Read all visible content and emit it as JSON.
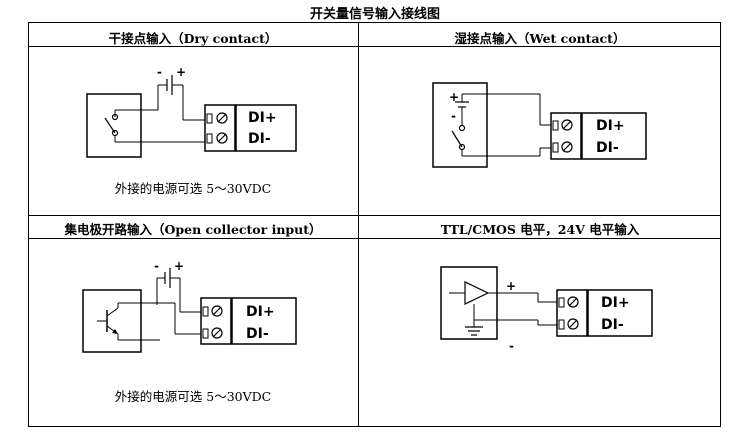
{
  "title": "开关量信号输入接线图",
  "panels": {
    "dry": {
      "title": "干接点输入（Dry contact）",
      "caption": "外接的电源可选 5～30VDC",
      "terminal": {
        "pin1": "DI+",
        "pin2": "DI-"
      },
      "battery": {
        "neg": "-",
        "pos": "+"
      }
    },
    "wet": {
      "title": "湿接点输入（Wet contact）",
      "terminal": {
        "pin1": "DI+",
        "pin2": "DI-"
      },
      "battery": {
        "pos": "+",
        "neg": "-"
      }
    },
    "oc": {
      "title": "集电极开路输入（Open collector input）",
      "caption": "外接的电源可选 5～30VDC",
      "terminal": {
        "pin1": "DI+",
        "pin2": "DI-"
      },
      "battery": {
        "neg": "-",
        "pos": "+"
      }
    },
    "ttl": {
      "title": "TTL/CMOS 电平，24V 电平输入",
      "terminal": {
        "pin1": "DI+",
        "pin2": "DI-"
      },
      "out": {
        "pos": "+",
        "neg": "-"
      }
    }
  }
}
